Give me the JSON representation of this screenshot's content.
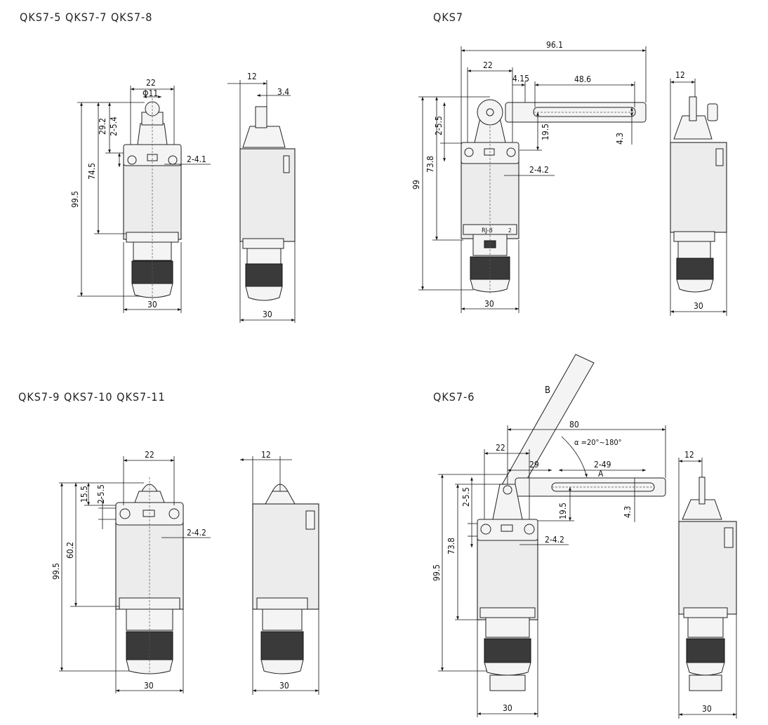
{
  "panels": {
    "p1": {
      "title": "QKS7-5 QKS7-7 QKS7-8",
      "dims": [
        "22",
        "Φ11",
        "29.2",
        "2-5.4",
        "74.5",
        "99.5",
        "30",
        "2-4.1",
        "12",
        "3.4",
        "30"
      ]
    },
    "p2": {
      "title": "QKS7",
      "dims": [
        "96.1",
        "22",
        "4.15",
        "48.6",
        "2-5.5",
        "19.5",
        "4.3",
        "73.8",
        "99",
        "2-4.2",
        "30",
        "12",
        "30"
      ],
      "labels": [
        "RJ-8",
        "2"
      ]
    },
    "p3": {
      "title": "QKS7-9 QKS7-10 QKS7-11",
      "dims": [
        "22",
        "15.5",
        "2-5.5",
        "60.2",
        "99.5",
        "2-4.2",
        "30",
        "12",
        "30"
      ]
    },
    "p4": {
      "title": "QKS7-6",
      "dims": [
        "80",
        "22",
        "29",
        "2-49",
        "2-5.5",
        "19.5",
        "4.3",
        "73.8",
        "99.5",
        "2-4.2",
        "30",
        "12",
        "30"
      ],
      "labels": [
        "B",
        "A",
        "α =20°~180°"
      ]
    }
  },
  "colors": {
    "line": "#111111",
    "body_fill": "#ececec",
    "nut_fill": "#3a3a3a"
  }
}
